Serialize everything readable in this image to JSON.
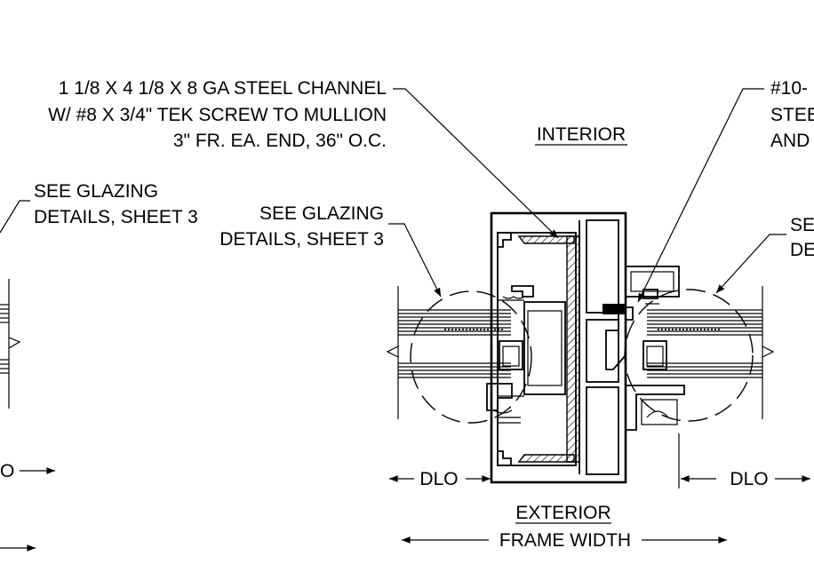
{
  "labels": {
    "channel_line1": "1 1/8 X 4 1/8 X 8 GA STEEL CHANNEL",
    "channel_line2": "W/ #8 X 3/4\" TEK SCREW TO MULLION",
    "channel_line3": "3\" FR. EA. END, 36\" O.C.",
    "right_top_line1": "#10-",
    "right_top_line2": "STEE",
    "right_top_line3": "AND",
    "interior": "INTERIOR",
    "exterior": "EXTERIOR",
    "see_glazing_left_line1": "SEE GLAZING",
    "see_glazing_left_line2": "DETAILS, SHEET 3",
    "see_glazing_mid_line1": "SEE GLAZING",
    "see_glazing_mid_line2": "DETAILS, SHEET 3",
    "see_right_line1": "SE",
    "see_right_line2": "DE",
    "dlo_left_partial": "O",
    "dlo_mid": "DLO",
    "dlo_right": "DLO",
    "frame_width": "FRAME WIDTH"
  }
}
